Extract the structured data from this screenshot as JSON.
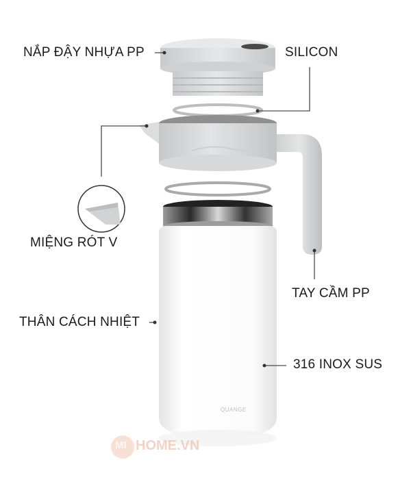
{
  "diagram": {
    "type": "product-exploded-view",
    "subject": "thermos carafe",
    "labels": {
      "lid": "NẮP ĐẬY NHỰA PP",
      "seal": "SILICON",
      "spout": "MIỆNG RÓT V",
      "handle": "TAY CẦM PP",
      "body": "THÂN CÁCH NHIỆT",
      "inner": "316 INOX SUS"
    },
    "brand_on_body": "QUANGE",
    "watermark": {
      "mi": "MI",
      "text": "HOME.VN"
    },
    "colors": {
      "background": "#ffffff",
      "lid_gray": "#d9dadc",
      "body_white": "#f7f7f7",
      "leader_line": "#4a4a4a",
      "label_text": "#1a1a1a",
      "watermark": "#f3c7b8"
    }
  }
}
